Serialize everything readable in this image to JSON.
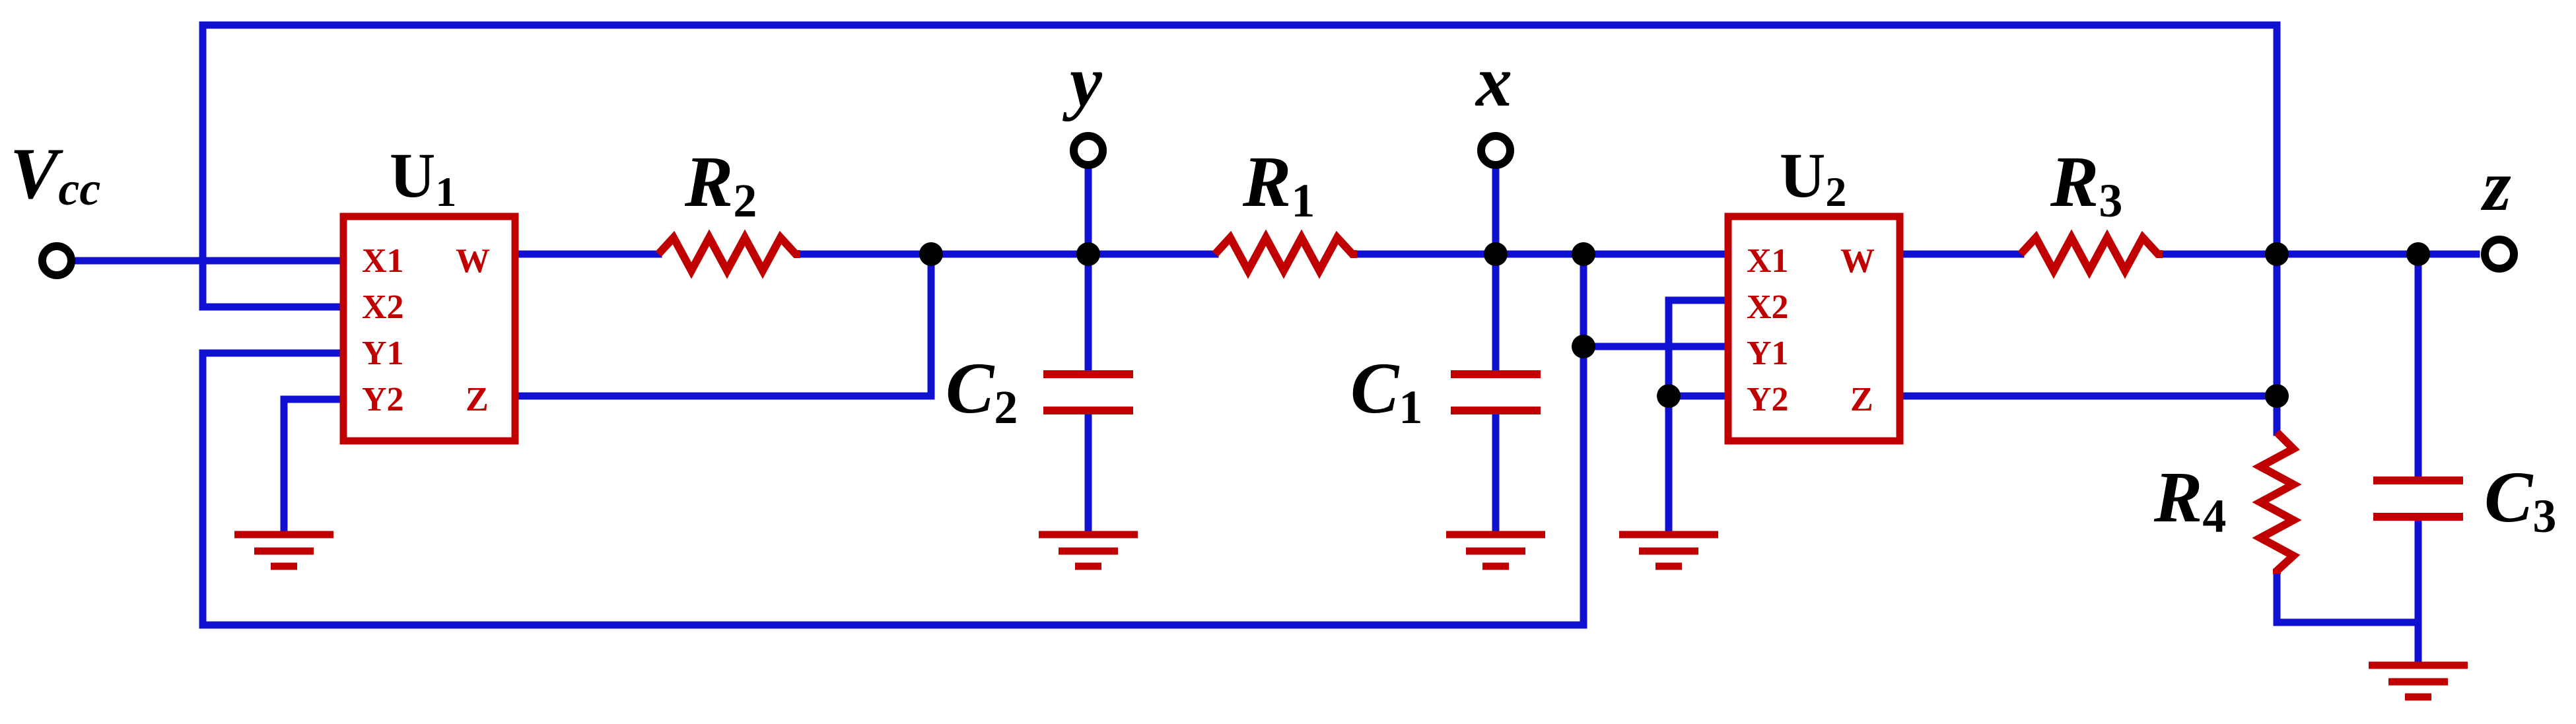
{
  "circuit": {
    "terminals": {
      "vcc": {
        "main": "V",
        "sub": "cc"
      },
      "y": "y",
      "x": "x",
      "z": "z"
    },
    "multipliers": [
      {
        "ref": "U1",
        "main": "U",
        "sub": "1",
        "pins": {
          "x1": "X1",
          "x2": "X2",
          "y1": "Y1",
          "y2": "Y2",
          "w": "W",
          "z": "Z"
        }
      },
      {
        "ref": "U2",
        "main": "U",
        "sub": "2",
        "pins": {
          "x1": "X1",
          "x2": "X2",
          "y1": "Y1",
          "y2": "Y2",
          "w": "W",
          "z": "Z"
        }
      }
    ],
    "resistors": [
      {
        "ref": "R1",
        "main": "R",
        "sub": "1"
      },
      {
        "ref": "R2",
        "main": "R",
        "sub": "2"
      },
      {
        "ref": "R3",
        "main": "R",
        "sub": "3"
      },
      {
        "ref": "R4",
        "main": "R",
        "sub": "4"
      }
    ],
    "capacitors": [
      {
        "ref": "C1",
        "main": "C",
        "sub": "1"
      },
      {
        "ref": "C2",
        "main": "C",
        "sub": "2"
      },
      {
        "ref": "C3",
        "main": "C",
        "sub": "3"
      }
    ],
    "colors": {
      "wire": "#1010d0",
      "component": "#c00000",
      "label": "#000000"
    }
  }
}
